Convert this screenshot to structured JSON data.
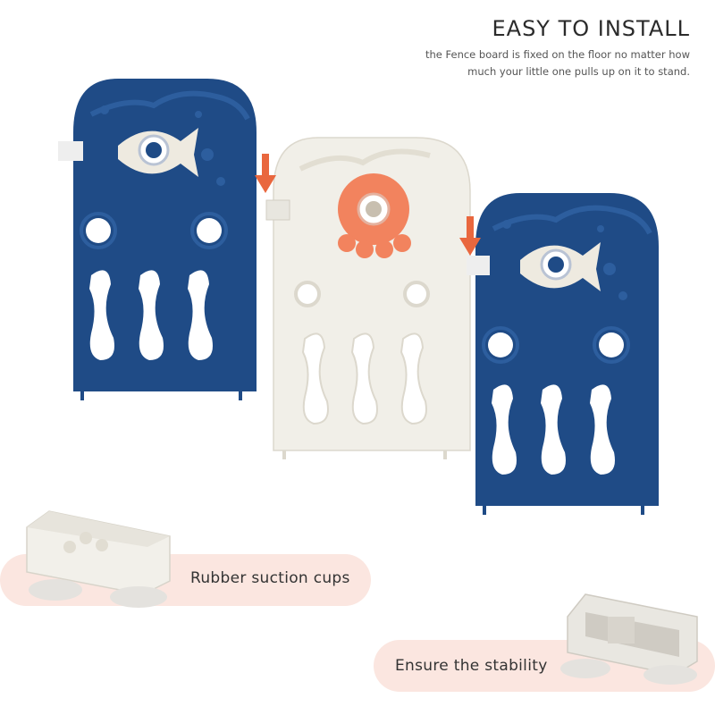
{
  "header": {
    "title": "EASY TO INSTALL",
    "subtitle": "the Fence board is fixed on the floor no matter how much your little one pulls up on it to stand."
  },
  "features": [
    {
      "label": "Rubber suction cups"
    },
    {
      "label": "Ensure the stability"
    }
  ],
  "colors": {
    "navy": "#1f4b86",
    "cream": "#f1efe8",
    "octopus": "#f2835e",
    "arrow": "#e9673e",
    "pill": "#fbe6e0"
  }
}
